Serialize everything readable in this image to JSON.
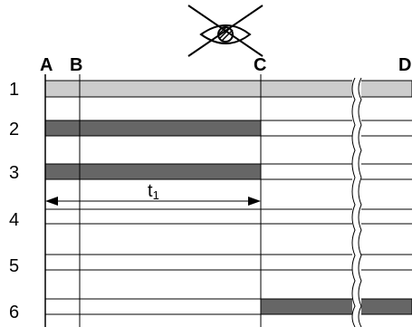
{
  "symbol": {
    "name": "crossed-out-eye-icon"
  },
  "columns": [
    "A",
    "B",
    "C",
    "D"
  ],
  "rows": [
    {
      "label": "1",
      "type": "band",
      "fill": "#cccccc",
      "segments": [
        [
          "A",
          "D"
        ]
      ]
    },
    {
      "label": "2",
      "type": "band",
      "fill": "#666666",
      "segments": [
        [
          "A",
          "C"
        ]
      ]
    },
    {
      "label": "3",
      "type": "band",
      "fill": "#666666",
      "segments": [
        [
          "A",
          "C"
        ]
      ]
    },
    {
      "label": "4",
      "type": "empty",
      "segments": []
    },
    {
      "label": "5",
      "type": "empty",
      "segments": []
    },
    {
      "label": "6",
      "type": "band",
      "fill": "#666666",
      "segments": [
        [
          "C",
          "D"
        ]
      ]
    }
  ],
  "interval": {
    "label_main": "t",
    "label_sub": "1",
    "from": "A",
    "to": "C"
  },
  "colors": {
    "dark_band": "#666666",
    "light_band": "#cccccc",
    "line": "#000000"
  }
}
